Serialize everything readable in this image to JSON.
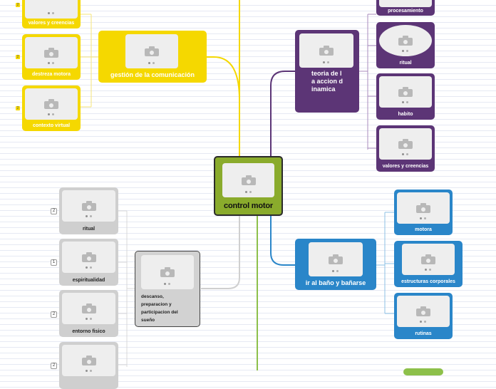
{
  "map": {
    "central": {
      "label": "control motor"
    },
    "yellow_branch": {
      "main_label": "gestión de la comunicación",
      "children": [
        "valores y creencias",
        "destreza motora",
        "contexto virtual"
      ]
    },
    "purple_branch": {
      "main_label": "teoria de la accion dinamica",
      "children": [
        "procesamiento",
        "ritual",
        "habito",
        "valores y creencias"
      ]
    },
    "blue_branch": {
      "main_label": "ir al baño y bañarse",
      "children": [
        "motora",
        "estructuras corporales",
        "rutinas"
      ]
    },
    "gray_branch": {
      "main_label": "descanso, preparacion y participacion del sueño",
      "children": [
        {
          "label": "ritual",
          "badge": "2"
        },
        {
          "label": "espiritualidad",
          "badge": "1"
        },
        {
          "label": "entorno fisico",
          "badge": "2"
        },
        {
          "label": "",
          "badge": "2"
        }
      ]
    }
  },
  "colors": {
    "yellow": "#f5d800",
    "purple": "#5c3576",
    "blue": "#2a86c9",
    "gray": "#cfcfcf",
    "central": "#8aab2c",
    "green_line": "#8dc04a"
  }
}
